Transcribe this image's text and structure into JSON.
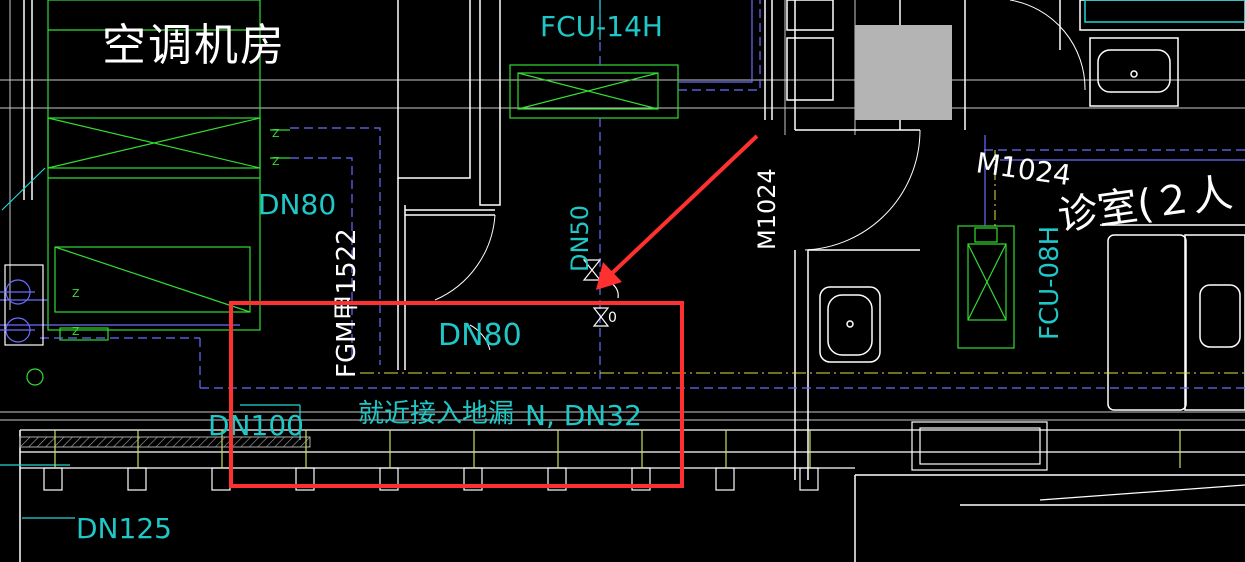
{
  "drawing": {
    "room_ac": "空调机房",
    "room_clinic": "诊室(２人",
    "fcu_14h": "FCU-14H",
    "fcu_08h": "FCU-08H",
    "door_m1024_a": "M1024",
    "door_m1024_b": "M1024",
    "fgm_1522": "FGM甲1522",
    "dn80_left": "DN80",
    "dn80_center": "DN80",
    "dn50": "DN50",
    "dn100": "DN100",
    "dn125": "DN125",
    "drain_note": "就近接入地漏",
    "n_dn32": "N, DN32"
  },
  "colors": {
    "background": "#000000",
    "wall": "#ffffff",
    "grid": "#c8c8c8",
    "equipment": "#33dd33",
    "pipe_dashed": "#6b6bff",
    "pipe_cyan": "#22d6d6",
    "text_cyan": "#1fc7c7",
    "centerline": "#e0e040",
    "annotation_red": "#ff3030",
    "hatch_gray": "#a8a8a8",
    "fill_gray": "#b4b4b4"
  }
}
